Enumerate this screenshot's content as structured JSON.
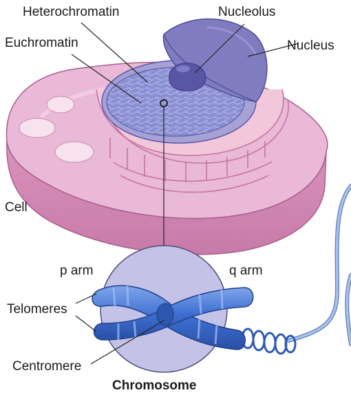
{
  "labels": {
    "heterochromatin": "Heterochromatin",
    "nucleolus": "Nucleolus",
    "euchromatin": "Euchromatin",
    "nucleus": "Nucleus",
    "cell": "Cell",
    "p_arm": "p arm",
    "q_arm": "q arm",
    "telomeres": "Telomeres",
    "centromere": "Centromere",
    "chromosome": "Chromosome"
  },
  "colors": {
    "cell_top": "#e9b6d6",
    "cell_side": "#cf86b2",
    "nucleus_shell": "#8f8dc8",
    "nucleoplasm": "#7b7fc4",
    "nucleolus": "#5b57a8",
    "er": "#f3c9d9",
    "chromosome": "#3d6fd0",
    "inset_circle": "#c3c3e6",
    "fiber": "#8fb0e2"
  }
}
